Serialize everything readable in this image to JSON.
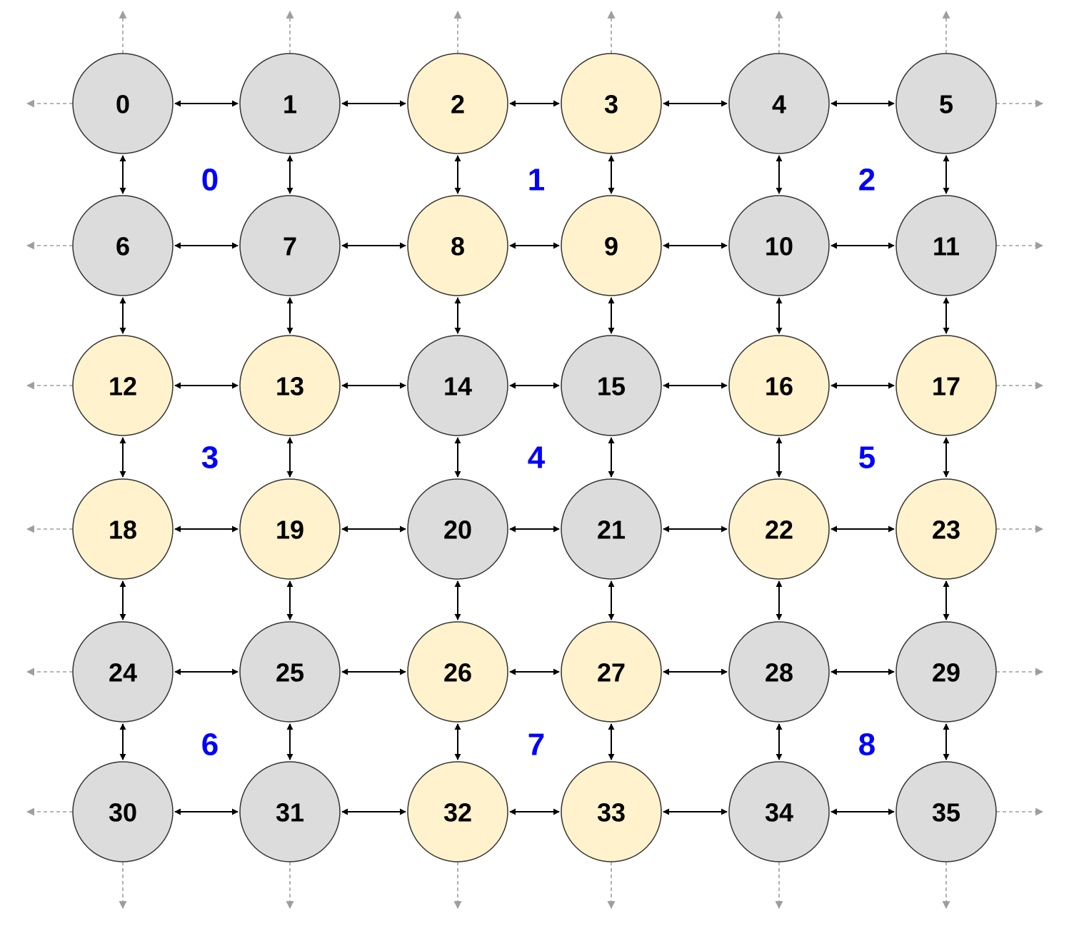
{
  "grid": {
    "rows": 6,
    "cols": 6,
    "nodes": [
      {
        "id": "0",
        "color": "gray"
      },
      {
        "id": "1",
        "color": "gray"
      },
      {
        "id": "2",
        "color": "yellow"
      },
      {
        "id": "3",
        "color": "yellow"
      },
      {
        "id": "4",
        "color": "gray"
      },
      {
        "id": "5",
        "color": "gray"
      },
      {
        "id": "6",
        "color": "gray"
      },
      {
        "id": "7",
        "color": "gray"
      },
      {
        "id": "8",
        "color": "yellow"
      },
      {
        "id": "9",
        "color": "yellow"
      },
      {
        "id": "10",
        "color": "gray"
      },
      {
        "id": "11",
        "color": "gray"
      },
      {
        "id": "12",
        "color": "yellow"
      },
      {
        "id": "13",
        "color": "yellow"
      },
      {
        "id": "14",
        "color": "gray"
      },
      {
        "id": "15",
        "color": "gray"
      },
      {
        "id": "16",
        "color": "yellow"
      },
      {
        "id": "17",
        "color": "yellow"
      },
      {
        "id": "18",
        "color": "yellow"
      },
      {
        "id": "19",
        "color": "yellow"
      },
      {
        "id": "20",
        "color": "gray"
      },
      {
        "id": "21",
        "color": "gray"
      },
      {
        "id": "22",
        "color": "yellow"
      },
      {
        "id": "23",
        "color": "yellow"
      },
      {
        "id": "24",
        "color": "gray"
      },
      {
        "id": "25",
        "color": "gray"
      },
      {
        "id": "26",
        "color": "yellow"
      },
      {
        "id": "27",
        "color": "yellow"
      },
      {
        "id": "28",
        "color": "gray"
      },
      {
        "id": "29",
        "color": "gray"
      },
      {
        "id": "30",
        "color": "gray"
      },
      {
        "id": "31",
        "color": "gray"
      },
      {
        "id": "32",
        "color": "yellow"
      },
      {
        "id": "33",
        "color": "yellow"
      },
      {
        "id": "34",
        "color": "gray"
      },
      {
        "id": "35",
        "color": "gray"
      }
    ]
  },
  "blocks": [
    "0",
    "1",
    "2",
    "3",
    "4",
    "5",
    "6",
    "7",
    "8"
  ],
  "colors": {
    "gray": "#dcdcdc",
    "yellow": "#fff2cc",
    "block_label": "#0000ff",
    "link": "#000000",
    "boundary_link": "#9e9e9e",
    "node_border": "#333333"
  },
  "links": {
    "internal": "bidirectional-solid",
    "boundary": "outward-dashed"
  }
}
